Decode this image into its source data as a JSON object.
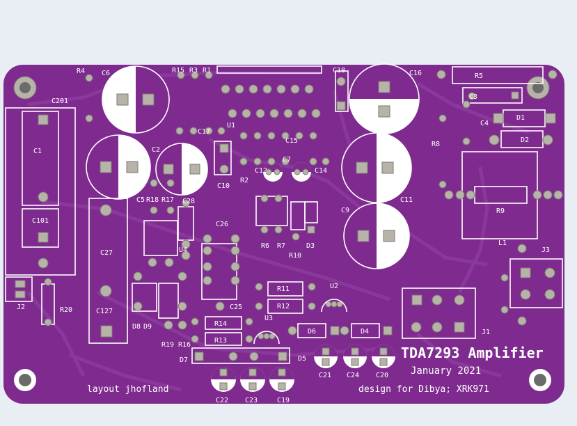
{
  "board": {
    "title": "TDA7293 Amplifier",
    "date": "January 2021",
    "credit_left": "layout jhofland",
    "credit_right": "design for Dibya; XRK971"
  },
  "colors": {
    "background": "#e8eef3",
    "board": "#7e2a8e",
    "trace": "#8d3a9e",
    "silkscreen": "#ffffff",
    "pad": "#b7b3a9"
  },
  "labels": {
    "R4": "R4",
    "C6": "C6",
    "R15": "R15",
    "R3": "R3",
    "R1": "R1",
    "C18": "C18",
    "C16": "C16",
    "R5": "R5",
    "C201": "C201",
    "C3": "C3",
    "D1": "D1",
    "C4": "C4",
    "D2": "D2",
    "R8": "R8",
    "C1": "C1",
    "C17": "C17",
    "U1": "U1",
    "C2": "C2",
    "C15": "C15",
    "C5": "C5",
    "C12": "C12",
    "C7": "C7",
    "C14": "C14",
    "C10": "C10",
    "R2": "R2",
    "C11": "C11",
    "R18": "R18",
    "R17": "R17",
    "C28": "C28",
    "C9": "C9",
    "R9": "R9",
    "C101": "C101",
    "C26": "C26",
    "L1": "L1",
    "J3": "J3",
    "U4": "U4",
    "R6": "R6",
    "R7": "R7",
    "D3": "D3",
    "R10": "R10",
    "C27": "C27",
    "R11": "R11",
    "U2": "U2",
    "J2": "J2",
    "R20": "R20",
    "R12": "R12",
    "C127": "C127",
    "C25": "C25",
    "J1": "J1",
    "R14": "R14",
    "U3": "U3",
    "D6": "D6",
    "D4": "D4",
    "D8": "D8",
    "D9": "D9",
    "R13": "R13",
    "R19": "R19",
    "R16": "R16",
    "D7": "D7",
    "D5": "D5",
    "C21": "C21",
    "C24": "C24",
    "C20": "C20",
    "C22": "C22",
    "C23": "C23",
    "C19": "C19"
  }
}
